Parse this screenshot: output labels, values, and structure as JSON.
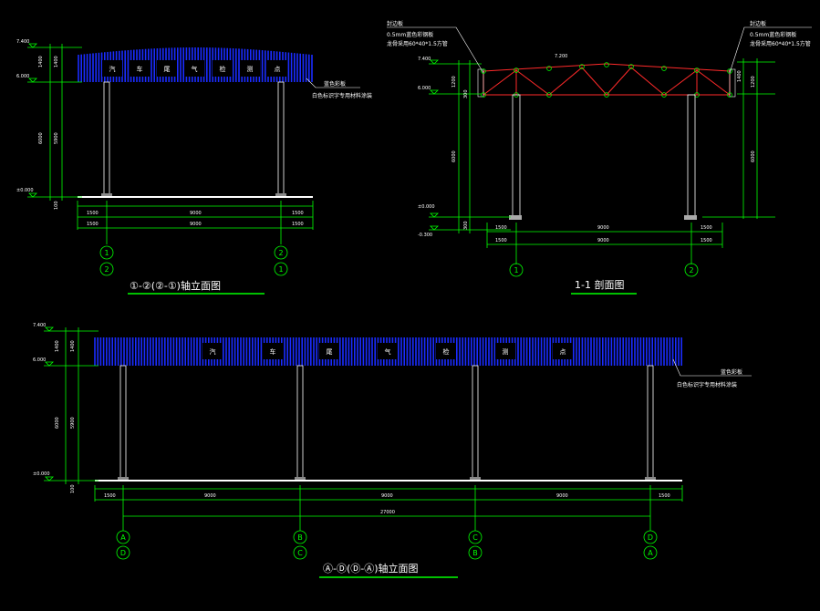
{
  "view1": {
    "title": "①-②(②-①)轴立面图",
    "levels": [
      "7.400",
      "6.000",
      "±0.000"
    ],
    "side_dims": [
      "1400",
      "6000",
      "1400",
      "5900",
      "100"
    ],
    "sign_chars": [
      "汽",
      "车",
      "尾",
      "气",
      "检",
      "测",
      "点"
    ],
    "note1": "蓝色彩板",
    "note2": "白色标识字专用材料涂装",
    "bottom_row1": [
      "1500",
      "9000",
      "1500"
    ],
    "bottom_row2": [
      "1500",
      "9000",
      "1500"
    ],
    "axes_top": [
      "1",
      "2"
    ],
    "axes_bottom": [
      "2",
      "1"
    ]
  },
  "view2": {
    "title": "1-1 剖面图",
    "left_note": [
      "封边板",
      "0.5mm蓝色彩钢板",
      "龙骨采用60*40*1.5方管"
    ],
    "right_note": [
      "封边板",
      "0.5mm蓝色彩钢板",
      "龙骨采用60*40*1.5方管"
    ],
    "top_dim": "7.200",
    "levels": [
      "7.400",
      "6.000",
      "±0.000",
      "-0.300"
    ],
    "left_dims": [
      "1200",
      "300",
      "6000",
      "300"
    ],
    "right_dims": [
      "1400",
      "1200",
      "6000"
    ],
    "bottom_row1": [
      "1500",
      "9000",
      "1500"
    ],
    "bottom_row2": [
      "1500",
      "9000",
      "1500"
    ],
    "axes": [
      "1",
      "2"
    ]
  },
  "view3": {
    "title": "Ⓐ-Ⓓ(Ⓓ-Ⓐ)轴立面图",
    "levels": [
      "7.400",
      "6.000",
      "±0.000"
    ],
    "side_dims": [
      "1400",
      "6000",
      "1400",
      "5900",
      "100"
    ],
    "sign_chars": [
      "汽",
      "车",
      "尾",
      "气",
      "检",
      "测",
      "点"
    ],
    "note1": "蓝色彩板",
    "note2": "白色标识字专用材料涂装",
    "bottom_row1": [
      "1500",
      "9000",
      "9000",
      "9000",
      "1500"
    ],
    "bottom_total": "27000",
    "axes_top": [
      "A",
      "B",
      "C",
      "D"
    ],
    "axes_bottom": [
      "D",
      "C",
      "B",
      "A"
    ]
  }
}
